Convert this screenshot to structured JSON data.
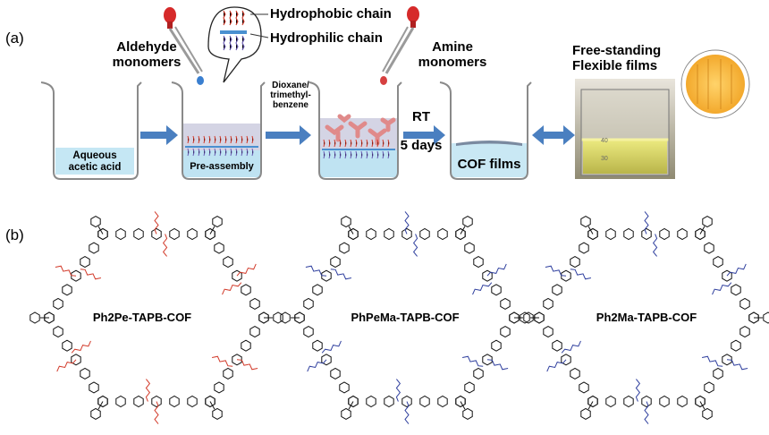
{
  "panel_a": {
    "label": "(a)",
    "aldehyde_label": "Aldehyde monomers",
    "hydrophobic_label": "Hydrophobic chain",
    "hydrophilic_label": "Hydrophilic chain",
    "amine_label": "Amine monomers",
    "beaker1_label": "Aqueous acetic acid",
    "beaker2_label": "Pre-assembly",
    "solvent_label": "Dioxane/ trimethyl- benzene",
    "conditions_line1": "RT",
    "conditions_line2": "5 days",
    "beaker4_label": "COF films",
    "photo_label": "Free-standing Flexible films",
    "photo_scale_marks": [
      "40",
      "30"
    ]
  },
  "panel_b": {
    "label": "(b)",
    "cofs": [
      {
        "name": "Ph2Pe-TAPB-COF",
        "side_chain_color": "#d23a2a"
      },
      {
        "name": "PhPeMa-TAPB-COF",
        "side_chain_color": "#2f3f9e"
      },
      {
        "name": "Ph2Ma-TAPB-COF",
        "side_chain_color": "#2f3f9e"
      }
    ]
  },
  "colors": {
    "arrow": "#4a7fc0",
    "water_blue": "#bfe3f2",
    "organic_phase": "#cfcfe0",
    "hydrophobic": "#d23a2a",
    "hydrophilic": "#6a5bb5",
    "dropper": "#d62a2a"
  }
}
